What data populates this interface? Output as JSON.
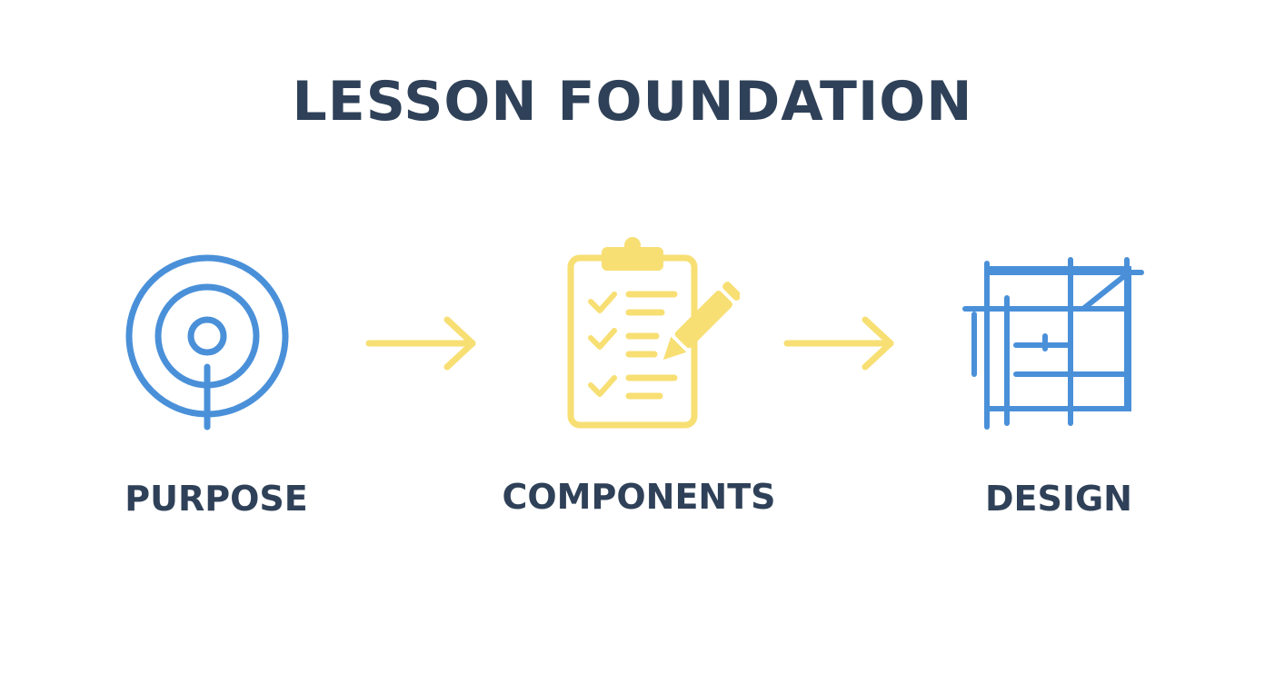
{
  "title": "LESSON FOUNDATION",
  "colors": {
    "text": "#2f4158",
    "blue": "#4a90d9",
    "yellow": "#f7df73"
  },
  "steps": [
    {
      "label": "PURPOSE",
      "icon": "target-icon"
    },
    {
      "label": "COMPONENTS",
      "icon": "clipboard-checklist-icon"
    },
    {
      "label": "DESIGN",
      "icon": "blueprint-grid-icon"
    }
  ],
  "arrows": [
    "arrow-right-icon",
    "arrow-right-icon"
  ]
}
